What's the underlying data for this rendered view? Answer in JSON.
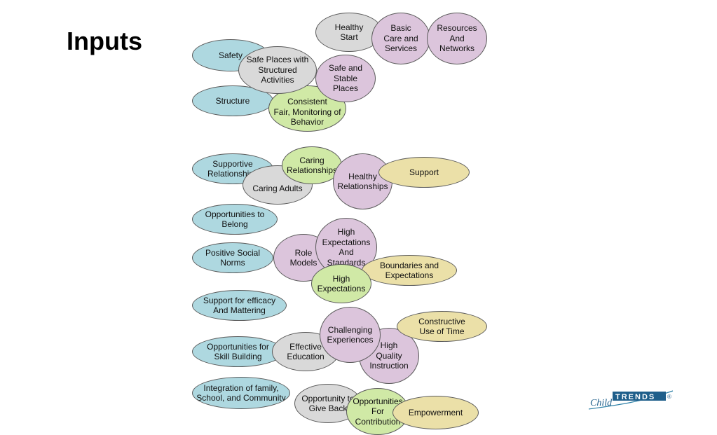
{
  "title": "Inputs",
  "colors": {
    "blue": "#aed8e0",
    "gray": "#d9d9d9",
    "purple": "#dcc5dc",
    "green": "#d0e9a6",
    "tan": "#ebe0a8"
  },
  "nodes": {
    "healthy_start": "Healthy\nStart",
    "basic_care": "Basic\nCare and\nServices",
    "resources_networks": "Resources\nAnd\nNetworks",
    "safety": "Safety",
    "safe_places_structured": "Safe Places with\nStructured Activities",
    "safe_stable_places": "Safe and\nStable\nPlaces",
    "structure": "Structure",
    "consistent_fair": "Consistent\nFair, Monitoring of\nBehavior",
    "supportive_relationships": "Supportive\nRelationships",
    "caring_adults": "Caring Adults",
    "caring_relationships": "Caring\nRelationships",
    "healthy_relationships": "Healthy\nRelationships",
    "support": "Support",
    "opportunities_belong": "Opportunities to\nBelong",
    "positive_norms": "Positive Social\nNorms",
    "role_models": "Role\nModels",
    "high_expectations_standards": "High\nExpectations\nAnd\nStandards",
    "high_expectations": "High\nExpectations",
    "boundaries": "Boundaries and\nExpectations",
    "efficacy_mattering": "Support for efficacy\nAnd Mattering",
    "skill_building": "Opportunities for\nSkill Building",
    "effective_education": "Effective\nEducation",
    "challenging_experiences": "Challenging\nExperiences",
    "high_quality_instruction": "High\nQuality\nInstruction",
    "constructive_time": "Constructive\nUse of Time",
    "integration": "Integration of family,\nSchool, and Community",
    "opportunity_give_back": "Opportunity to\nGive Back",
    "opportunities_contribution": "Opportunities\nFor\nContribution",
    "empowerment": "Empowerment"
  },
  "logo": {
    "word1": "Child",
    "word2": "TRENDS",
    "mark": "®"
  }
}
